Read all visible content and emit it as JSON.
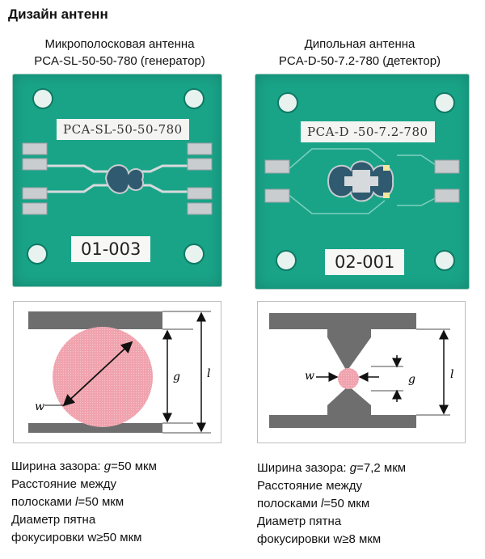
{
  "page_title": "Дизайн антенн",
  "left": {
    "heading_line1": "Микрополосковая антенна",
    "heading_line2": "PCA-SL-50-50-780 (генератор)",
    "pcb_label": "PCA-SL-50-50-780",
    "pcb_id": "01-003",
    "diagram_labels": {
      "w": "w",
      "g": "g",
      "l": "l"
    },
    "specs": [
      {
        "pre": "Ширина зазора: ",
        "sym": "g",
        "post": "=50 мкм"
      },
      {
        "pre": "Расстояние между",
        "sym": "",
        "post": ""
      },
      {
        "pre": "полосками ",
        "sym": "l",
        "post": "=50 мкм"
      },
      {
        "pre": "Диаметр пятна",
        "sym": "",
        "post": ""
      },
      {
        "pre": "фокусировки w≥50 мкм",
        "sym": "",
        "post": ""
      }
    ]
  },
  "right": {
    "heading_line1": "Дипольная антенна",
    "heading_line2": "PCA-D-50-7.2-780 (детектор)",
    "pcb_label": "PCA-D -50-7.2-780",
    "pcb_id": "02-001",
    "diagram_labels": {
      "w": "w",
      "g": "g",
      "l": "l"
    },
    "specs": [
      {
        "pre": "Ширина зазора: ",
        "sym": "g",
        "post": "=7,2 мкм"
      },
      {
        "pre": "Расстояние между",
        "sym": "",
        "post": ""
      },
      {
        "pre": "полосками ",
        "sym": "l",
        "post": "=50 мкм"
      },
      {
        "pre": "Диаметр пятна",
        "sym": "",
        "post": ""
      },
      {
        "pre": "фокусировки w≥8 мкм",
        "sym": "",
        "post": ""
      }
    ]
  },
  "colors": {
    "pcb_green": "#19a488",
    "pad_silver": "#c9cdd0",
    "spot_pink": "#f0a2ad",
    "electrode_gray": "#6e6e6e"
  }
}
